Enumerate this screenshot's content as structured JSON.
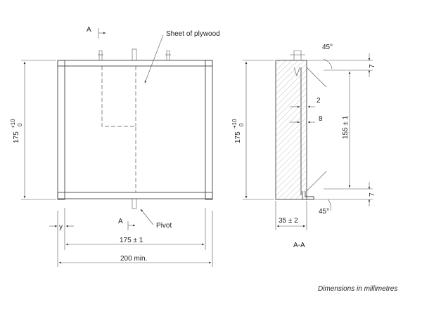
{
  "labels": {
    "sheet_of_plywood": "Sheet of plywood",
    "pivot": "Pivot",
    "section_marker_top": "A",
    "section_marker_bottom": "A",
    "section_title": "A-A",
    "y": "y"
  },
  "dimensions": {
    "front_height_main": "175",
    "front_height_upper": "+10",
    "front_height_lower": "0",
    "side_height_main": "175",
    "side_height_upper": "+10",
    "side_height_lower": "0",
    "width_inner": "175 ± 1",
    "width_outer": "200 min.",
    "inner_height": "155 ± 1",
    "top_offset": "7",
    "bottom_offset": "7",
    "angle_top": "45°",
    "angle_bottom": "45°",
    "gap": "2",
    "thickness": "8",
    "depth": "35 ± 2"
  },
  "caption": "Dimensions in millimetres",
  "colors": {
    "line": "#444444",
    "text": "#222222"
  }
}
